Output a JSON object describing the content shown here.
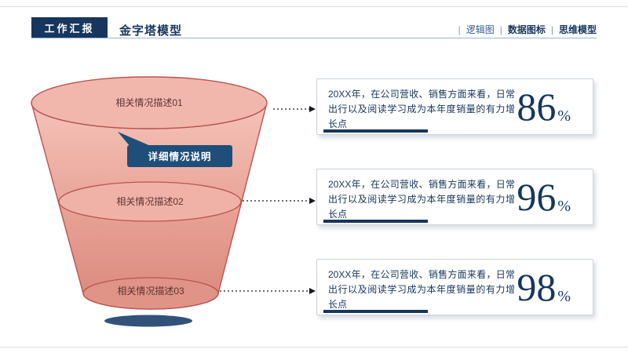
{
  "slide": {
    "badge": "工作汇报",
    "title": "金字塔模型",
    "nav": {
      "sep": "|",
      "items": [
        {
          "label": "逻辑图"
        },
        {
          "label": "数据图标"
        },
        {
          "label": "思维模型"
        }
      ]
    }
  },
  "funnel": {
    "levels": [
      {
        "label": "相关情况描述01"
      },
      {
        "label": "相关情况描述02"
      },
      {
        "label": "相关情况描述03"
      }
    ],
    "callout": "详细情况说明"
  },
  "cards": [
    {
      "text": "20XX年，在公司营收、销售方面来看，日常出行以及阅读学习成为本年度销量的有力增长点",
      "value": "86",
      "unit": "%"
    },
    {
      "text": "20XX年，在公司营收、销售方面来看，日常出行以及阅读学习成为本年度销量的有力增长点",
      "value": "96",
      "unit": "%"
    },
    {
      "text": "20XX年，在公司营收、销售方面来看，日常出行以及阅读学习成为本年度销量的有力增长点",
      "value": "98",
      "unit": "%"
    }
  ],
  "colors": {
    "navy": "#17365d",
    "funnel_stroke": "#b95450",
    "funnel_light": "#f5c3b9",
    "funnel_dark": "#d9887d",
    "callout_bg": "#1f4e79",
    "shadow": "#33527a"
  }
}
